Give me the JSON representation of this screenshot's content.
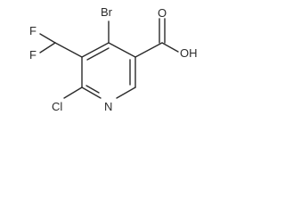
{
  "molecule": {
    "atoms": {
      "br": "Br",
      "f_upper": "F",
      "f_lower": "F",
      "oh": "OH",
      "o_carbonyl": "O",
      "cl": "Cl",
      "n": "N"
    }
  }
}
